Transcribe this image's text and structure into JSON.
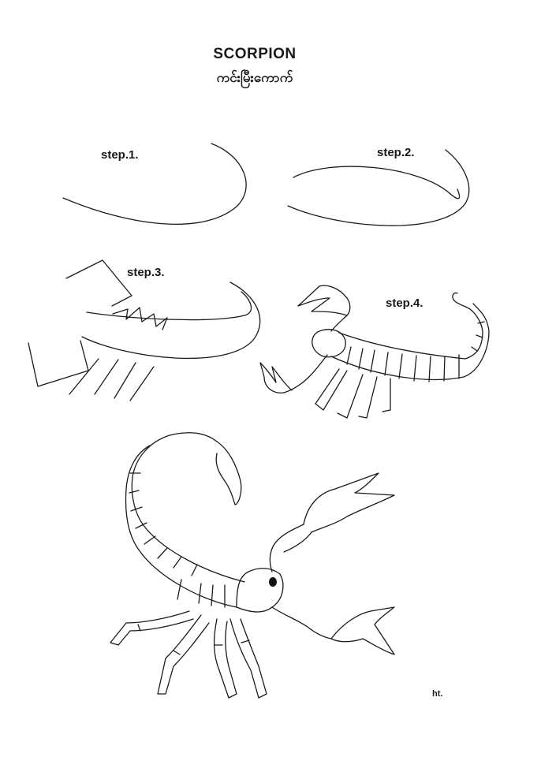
{
  "title": "SCORPION",
  "subtitle": "ကင်းမြီးကောက်",
  "steps": {
    "step1": "step.1.",
    "step2": "step.2.",
    "step3": "step.3.",
    "step4": "step.4."
  },
  "signature": "ht."
}
